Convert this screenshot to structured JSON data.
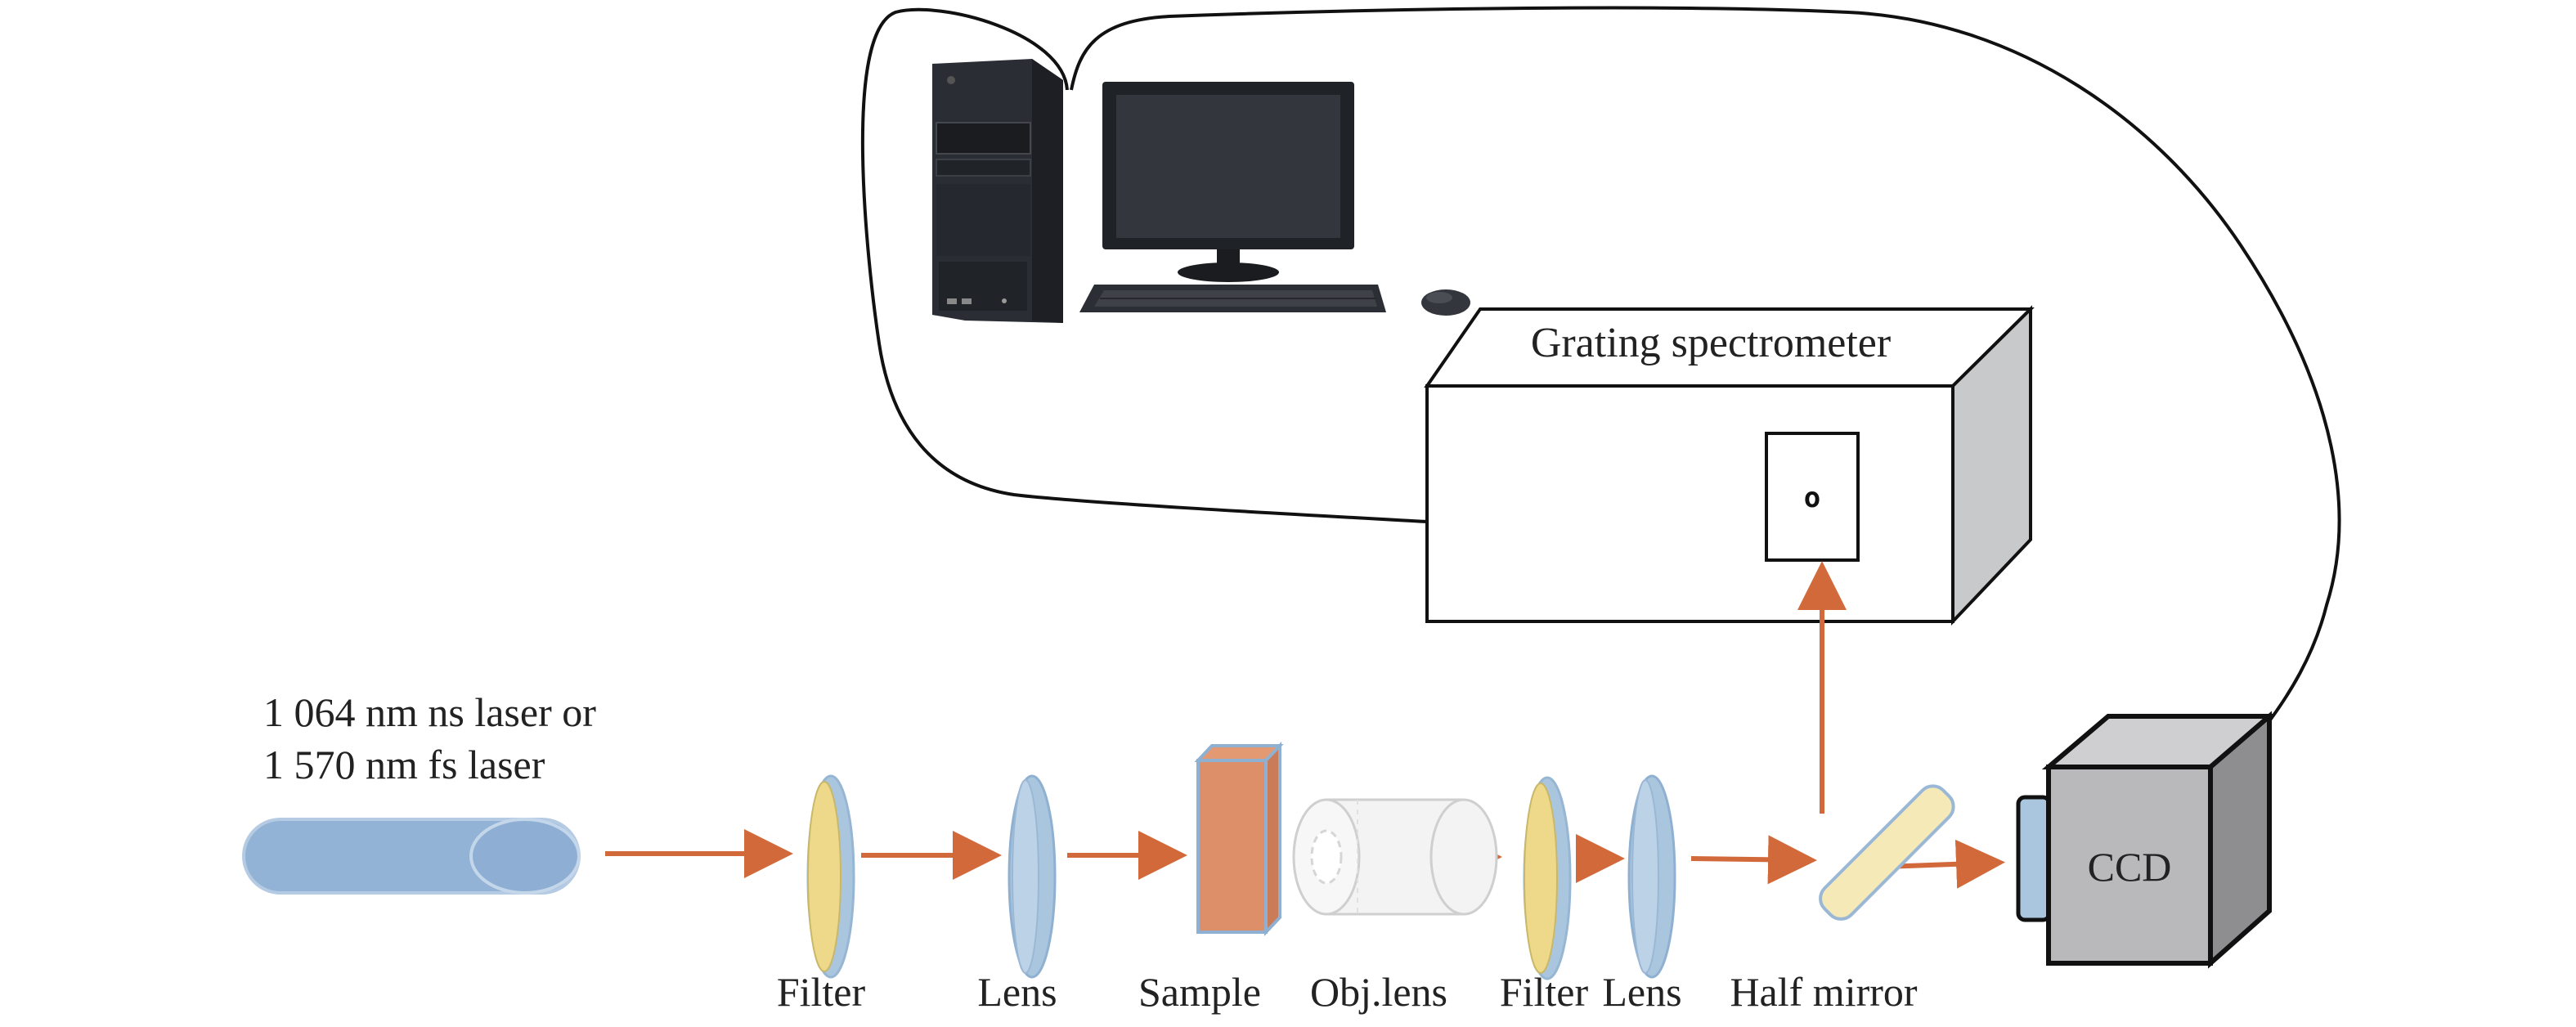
{
  "laser": {
    "line1": "1 064 nm ns laser or",
    "line2": "1 570 nm fs laser"
  },
  "spectrometer": {
    "label": "Grating spectrometer",
    "slit_glyph": "o"
  },
  "camera": {
    "label": "CCD"
  },
  "components": {
    "filter1": "Filter",
    "lens1": "Lens",
    "sample": "Sample",
    "objective": "Obj.lens",
    "filter2": "Filter",
    "lens2": "Lens",
    "half_mirror": "Half mirror"
  },
  "icons": {
    "computer": "desktop-computer-icon",
    "monitor": "monitor-icon",
    "keyboard": "keyboard-icon",
    "mouse": "mouse-icon"
  },
  "colors": {
    "beam": "#d2693a",
    "laser_body": "#92b3d6",
    "filter": "#eed98a",
    "lens": "#aac6df",
    "sample": "#dd8f6a",
    "objective": "#d8d8d8",
    "mirror": "#f5e9b8",
    "ccd_front": "#b9b9bb",
    "ccd_side": "#8e8e90",
    "spectrometer_side": "#c8c9cb",
    "cable": "#111111"
  }
}
